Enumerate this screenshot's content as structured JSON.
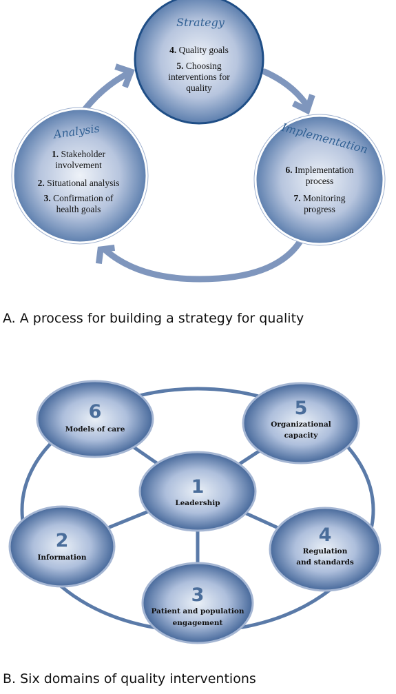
{
  "part_a": {
    "caption": "A. A process for building a strategy for quality",
    "circles": {
      "strategy": {
        "title": "Strategy",
        "items": [
          {
            "num": "4.",
            "text": [
              "Quality goals"
            ]
          },
          {
            "num": "5.",
            "text": [
              "Choosing",
              "interventions for",
              "quality"
            ]
          }
        ]
      },
      "analysis": {
        "title": "Analysis",
        "items": [
          {
            "num": "1.",
            "text": [
              "Stakeholder",
              "involvement"
            ]
          },
          {
            "num": "2.",
            "text": [
              "Situational analysis"
            ]
          },
          {
            "num": "3.",
            "text": [
              "Confirmation of",
              "health goals"
            ]
          }
        ]
      },
      "implementation": {
        "title": "Implementation",
        "items": [
          {
            "num": "6.",
            "text": [
              "Implementation",
              "process"
            ]
          },
          {
            "num": "7.",
            "text": [
              "Monitoring",
              "progress"
            ]
          }
        ]
      }
    }
  },
  "part_b": {
    "caption": "B. Six domains of quality interventions",
    "domains": [
      {
        "num": "1",
        "label": [
          "Leadership"
        ]
      },
      {
        "num": "2",
        "label": [
          "Information"
        ]
      },
      {
        "num": "3",
        "label": [
          "Patient and population",
          "engagement"
        ]
      },
      {
        "num": "4",
        "label": [
          "Regulation",
          "and standards"
        ]
      },
      {
        "num": "5",
        "label": [
          "Organizational",
          "capacity"
        ]
      },
      {
        "num": "6",
        "label": [
          "Models of care"
        ]
      }
    ]
  },
  "colors": {
    "circle_edge": "#4d71a3",
    "circle_center": "#eef2f8",
    "arrow": "#7f96bd",
    "ring": "#5a7aa8",
    "title": "#2f5f93"
  }
}
